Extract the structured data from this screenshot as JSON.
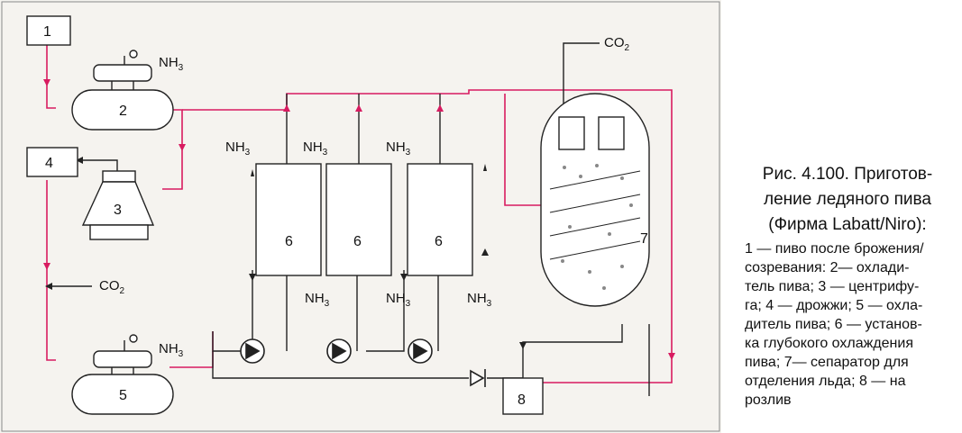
{
  "diagram": {
    "labels": {
      "n1": "1",
      "n2": "2",
      "n3": "3",
      "n4": "4",
      "n5": "5",
      "n6a": "6",
      "n6b": "6",
      "n6c": "6",
      "n7": "7",
      "n8": "8",
      "nh3": "NH",
      "nh3_sub": "3",
      "co2": "CO",
      "co2_sub": "2"
    },
    "colors": {
      "pipe": "#d81b60",
      "line": "#222222",
      "bg": "#f5f3ef"
    }
  },
  "caption": {
    "title_lines": [
      "Рис. 4.100. Приготов-",
      "ление ледяного пива",
      "(Фирма Labatt/Niro):"
    ],
    "legend_lines": [
      "1 — пиво после брожения/",
      "созревания: 2— охлади-",
      "тель пива; 3 — центрифу-",
      "га; 4 — дрожжи; 5 — охла-",
      "дитель пива; 6 — установ-",
      "ка глубокого охлаждения",
      "пива; 7— сепаратор для",
      "отделения льда; 8 — на",
      "розлив"
    ]
  }
}
